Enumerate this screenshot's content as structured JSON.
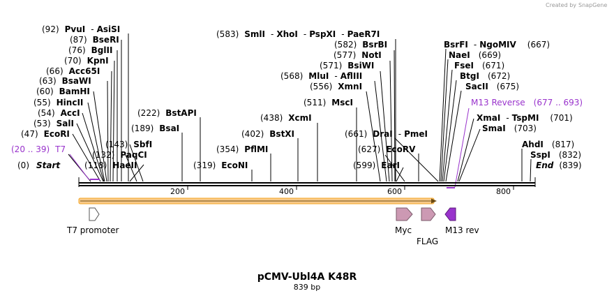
{
  "credit": {
    "prefix": "Created by",
    "brand": "SnapGene"
  },
  "title": "pCMV-Ubl4A K48R",
  "length_label": "839 bp",
  "sequence_length": 839,
  "ruler_ticks": [
    "200",
    "400",
    "600",
    "800"
  ],
  "enzymes_left": [
    {
      "pos": "(92)",
      "name": "PvuI",
      "extra": "AsiSI"
    },
    {
      "pos": "(87)",
      "name": "BseRI"
    },
    {
      "pos": "(76)",
      "name": "BglII"
    },
    {
      "pos": "(70)",
      "name": "KpnI"
    },
    {
      "pos": "(66)",
      "name": "Acc65I"
    },
    {
      "pos": "(63)",
      "name": "BsaWI"
    },
    {
      "pos": "(60)",
      "name": "BamHI"
    },
    {
      "pos": "(55)",
      "name": "HincII"
    },
    {
      "pos": "(54)",
      "name": "AccI"
    },
    {
      "pos": "(53)",
      "name": "SalI"
    },
    {
      "pos": "(47)",
      "name": "EcoRI"
    },
    {
      "pos": "(143)",
      "name": "SbfI"
    },
    {
      "pos": "(132)",
      "name": "PaqCI"
    },
    {
      "pos": "(118)",
      "name": "HaeII"
    }
  ],
  "enzymes_mid": [
    {
      "pos": "(222)",
      "name": "BstAPI"
    },
    {
      "pos": "(189)",
      "name": "BsaI"
    },
    {
      "pos": "(438)",
      "name": "XcmI"
    },
    {
      "pos": "(402)",
      "name": "BstXI"
    },
    {
      "pos": "(354)",
      "name": "PflMI"
    },
    {
      "pos": "(319)",
      "name": "EcoNI"
    }
  ],
  "enzymes_center": [
    {
      "pos": "(583)",
      "name": "SmlI",
      "extra": "XhoI",
      "extra2": "PspXI",
      "extra3": "PaeR7I"
    },
    {
      "pos": "(582)",
      "name": "BsrBI"
    },
    {
      "pos": "(577)",
      "name": "NotI"
    },
    {
      "pos": "(571)",
      "name": "BsiWI"
    },
    {
      "pos": "(568)",
      "name": "MluI",
      "extra": "AflIII"
    },
    {
      "pos": "(556)",
      "name": "XmnI"
    },
    {
      "pos": "(511)",
      "name": "MscI"
    },
    {
      "pos": "(661)",
      "name": "DraI",
      "extra": "PmeI"
    },
    {
      "pos": "(627)",
      "name": "EcoRV"
    },
    {
      "pos": "(599)",
      "name": "EarI"
    }
  ],
  "enzymes_right": [
    {
      "pos": "(667)",
      "name": "BsrFI",
      "extra": "NgoMIV"
    },
    {
      "pos": "(669)",
      "name": "NaeI"
    },
    {
      "pos": "(671)",
      "name": "FseI"
    },
    {
      "pos": "(672)",
      "name": "BtgI"
    },
    {
      "pos": "(675)",
      "name": "SacII"
    },
    {
      "pos": "(701)",
      "name": "XmaI",
      "extra": "TspMI"
    },
    {
      "pos": "(703)",
      "name": "SmaI"
    },
    {
      "pos": "(817)",
      "name": "AhdI"
    },
    {
      "pos": "(832)",
      "name": "SspI"
    }
  ],
  "primers": [
    {
      "pos": "(20 .. 39)",
      "name": "T7"
    },
    {
      "pos": "(677 .. 693)",
      "name": "M13 Reverse"
    }
  ],
  "ends": {
    "start": {
      "pos": "(0)",
      "name": "Start"
    },
    "end": {
      "pos": "(839)",
      "name": "End"
    }
  },
  "features": [
    {
      "name": "T7 promoter",
      "start": 20,
      "end": 39,
      "direction": "forward",
      "color": "#ffffff"
    },
    {
      "name": "Myc",
      "start": 580,
      "end": 610,
      "direction": "forward",
      "color": "#cc99b3"
    },
    {
      "name": "FLAG",
      "start": 615,
      "end": 638,
      "direction": "forward",
      "color": "#cc99b3"
    },
    {
      "name": "M13 rev",
      "start": 677,
      "end": 693,
      "direction": "reverse",
      "color": "#9933cc"
    }
  ],
  "orf": {
    "start": 1,
    "end": 657,
    "direction": "forward",
    "color": "#f5a623"
  },
  "colors": {
    "primer": "#9933cc",
    "backbone": "#000000"
  }
}
